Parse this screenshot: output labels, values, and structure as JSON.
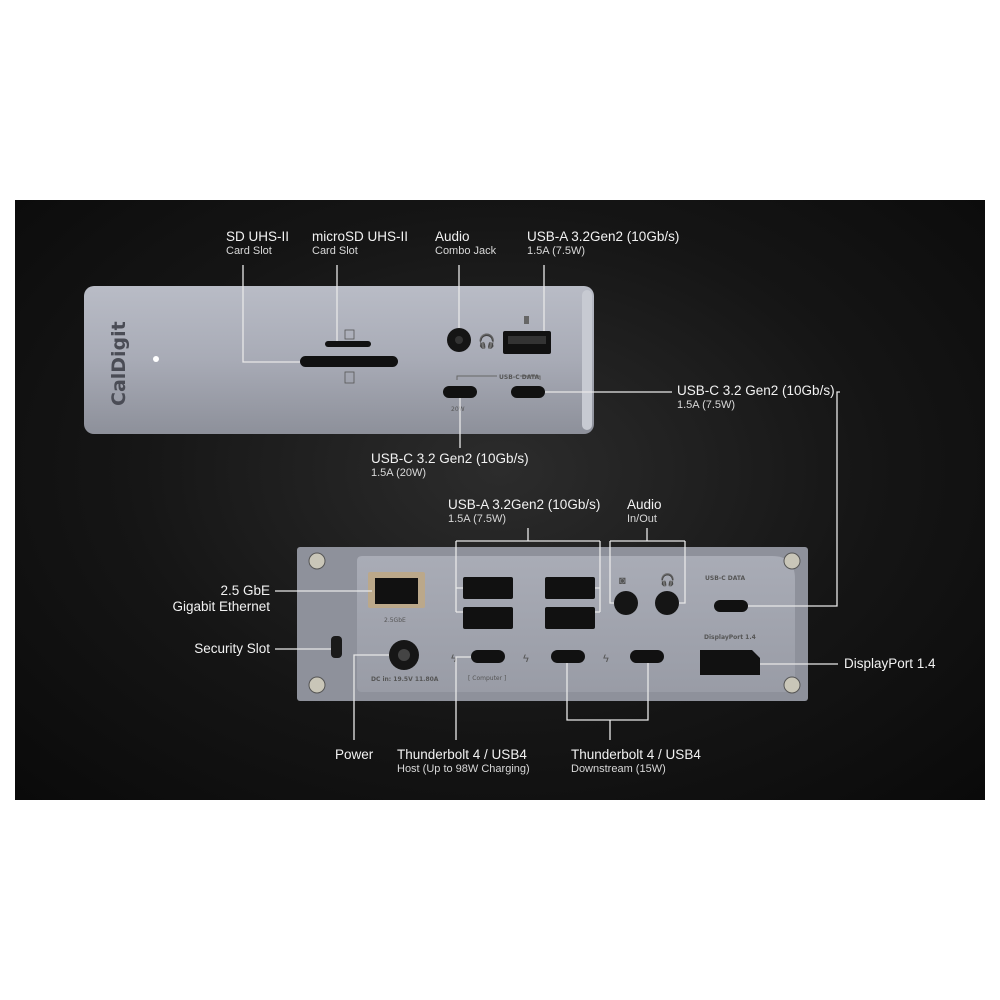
{
  "brand": "CalDigit",
  "front": {
    "labels": {
      "sd": {
        "title": "SD UHS-II",
        "sub": "Card Slot"
      },
      "microsd": {
        "title": "microSD UHS-II",
        "sub": "Card Slot"
      },
      "audio": {
        "title": "Audio",
        "sub": "Combo Jack"
      },
      "usba": {
        "title": "USB-A 3.2Gen2 (10Gb/s)",
        "sub": "1.5A (7.5W)"
      },
      "usbc_right": {
        "title": "USB-C  3.2 Gen2 (10Gb/s)",
        "sub": "1.5A (7.5W)"
      },
      "usbc_left": {
        "title": "USB-C  3.2 Gen2 (10Gb/s)",
        "sub": "1.5A (20W)"
      }
    },
    "printed": {
      "usbc_data": "USB-C DATA",
      "watt": "20W"
    }
  },
  "back": {
    "labels": {
      "usba": {
        "title": "USB-A 3.2Gen2 (10Gb/s)",
        "sub": "1.5A (7.5W)"
      },
      "audio": {
        "title": "Audio",
        "sub": "In/Out"
      },
      "ethernet": {
        "title": "2.5 GbE",
        "sub": "Gigabit Ethernet"
      },
      "security": {
        "title": "Security Slot"
      },
      "displayport": {
        "title": "DisplayPort 1.4"
      },
      "power": {
        "title": "Power"
      },
      "tb_host": {
        "title": "Thunderbolt 4 / USB4",
        "sub": "Host (Up to 98W Charging)"
      },
      "tb_down": {
        "title": "Thunderbolt 4 / USB4",
        "sub": "Downstream (15W)"
      }
    },
    "printed": {
      "ethernet": "2.5GbE",
      "dc_in": "DC in: 19.5V  11.80A",
      "computer": "[ Computer ]",
      "usbc_data": "USB-C DATA",
      "displayport": "DisplayPort 1.4"
    }
  }
}
